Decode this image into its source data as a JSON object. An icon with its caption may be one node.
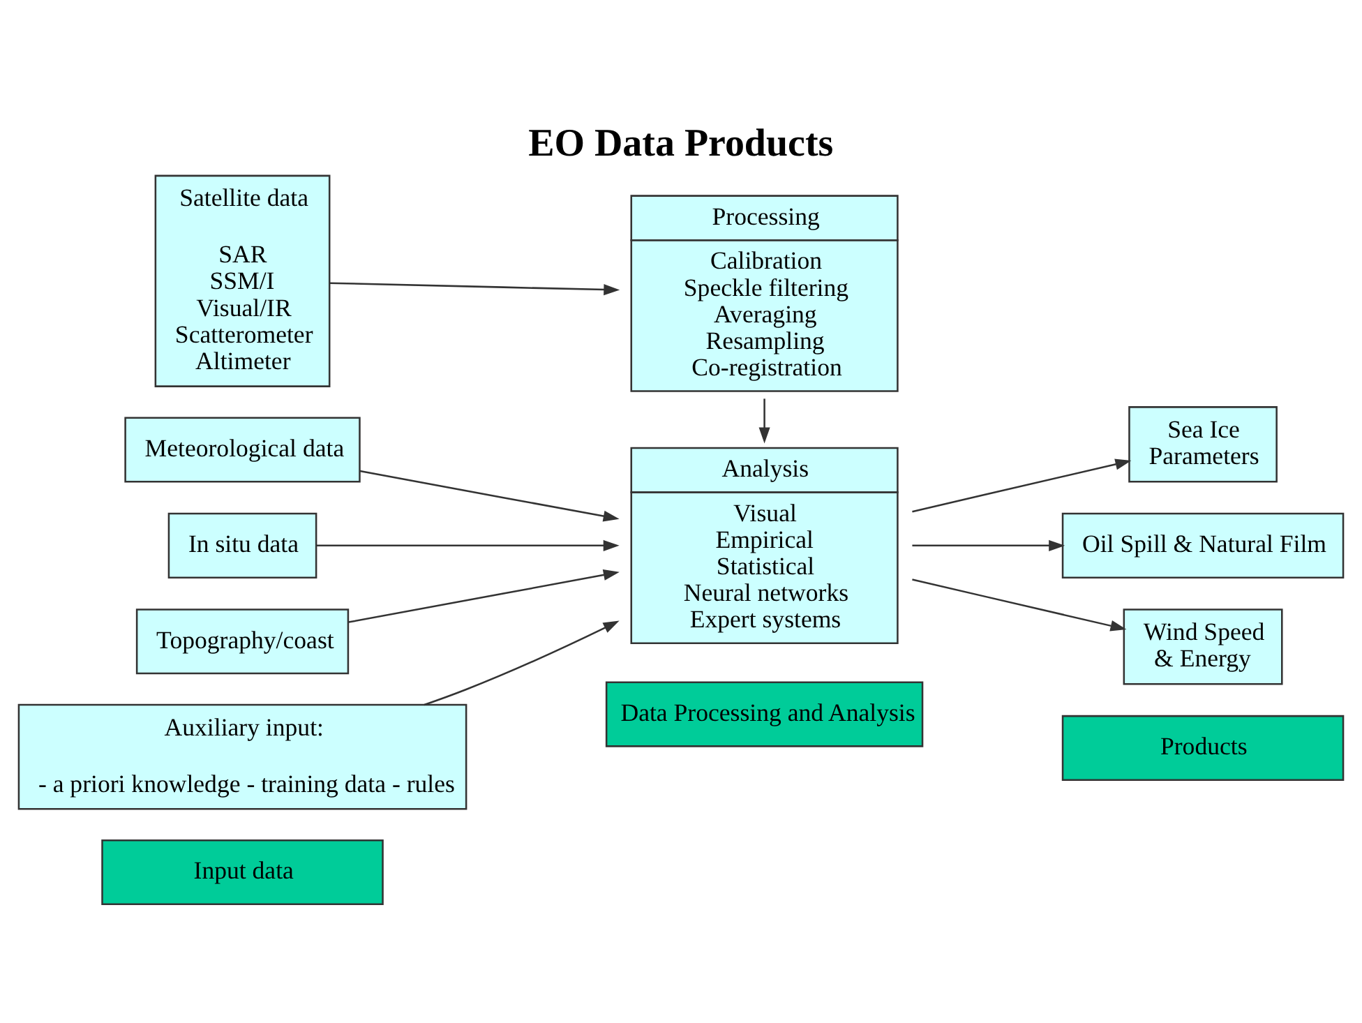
{
  "diagram": {
    "title": "EO Data Products",
    "nodes": [
      {
        "text": [
          "Input data"
        ]
      },
      {
        "text": [
          "Data Processing and Analysis"
        ]
      },
      {
        "text": [
          "Products"
        ]
      },
      {
        "text": [
          "Satellite data",
          "SAR SSM/I Visual/IR Scatterometer Altimeter"
        ]
      },
      {
        "text": [
          "Processing",
          "Calibration Speckle filtering Averaging Resampling Co-registration"
        ]
      },
      {
        "text": [
          "Meteorological data"
        ]
      },
      {
        "text": [
          "In situ data"
        ]
      },
      {
        "text": [
          "Topography/coast"
        ]
      },
      {
        "text": [
          "Auxiliary input:",
          "- a priori knowledge - training data - rules"
        ]
      },
      {
        "text": [
          "Analysis",
          "Visual Empirical Statistical Neural networks Expert systems"
        ]
      },
      {
        "text": [
          "Sea Ice Parameters"
        ]
      },
      {
        "text": [
          "Oil Spill & Natural Film"
        ]
      },
      {
        "text": [
          "Wind Speed & Energy"
        ]
      }
    ],
    "edges": [
      {
        "from": 3,
        "to": 4,
        "arrow": "to"
      },
      {
        "from": 4,
        "to": 9,
        "arrow": "to"
      },
      {
        "from": 5,
        "to": 9,
        "arrow": "to"
      },
      {
        "from": 6,
        "to": 9,
        "arrow": "to"
      },
      {
        "from": 7,
        "to": 9,
        "arrow": "to"
      },
      {
        "from": 8,
        "to": 9,
        "arrow": "to"
      },
      {
        "from": 9,
        "to": 10,
        "arrow": "to"
      },
      {
        "from": 9,
        "to": 11,
        "arrow": "to"
      },
      {
        "from": 9,
        "to": 12,
        "arrow": "to"
      }
    ]
  }
}
